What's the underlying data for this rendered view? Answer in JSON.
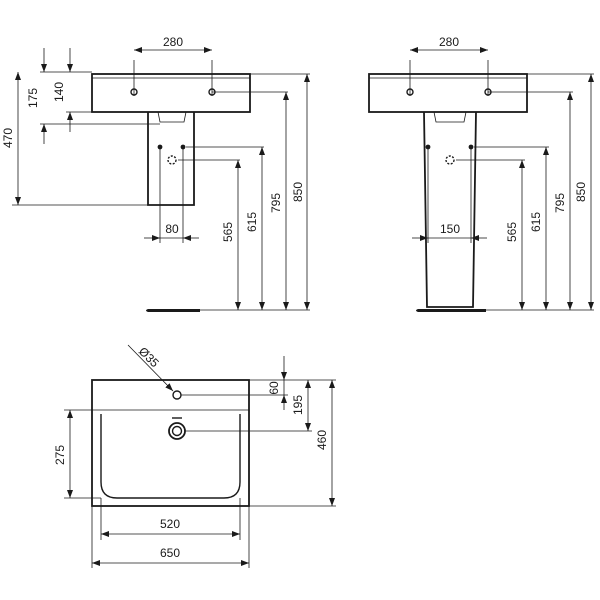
{
  "front_view": {
    "holes_spacing": "280",
    "rim_175": "175",
    "rim_140": "140",
    "height_470": "470",
    "waste_80": "80",
    "height_565": "565",
    "height_615": "615",
    "height_795": "795",
    "height_850": "850"
  },
  "pedestal_view": {
    "holes_spacing": "280",
    "waste_150": "150",
    "height_565": "565",
    "height_615": "615",
    "height_795": "795",
    "height_850": "850"
  },
  "top_view": {
    "tap_hole_dia": "Ø35",
    "offset_60": "60",
    "offset_195": "195",
    "depth_460": "460",
    "depth_275": "275",
    "width_520": "520",
    "width_650": "650"
  }
}
